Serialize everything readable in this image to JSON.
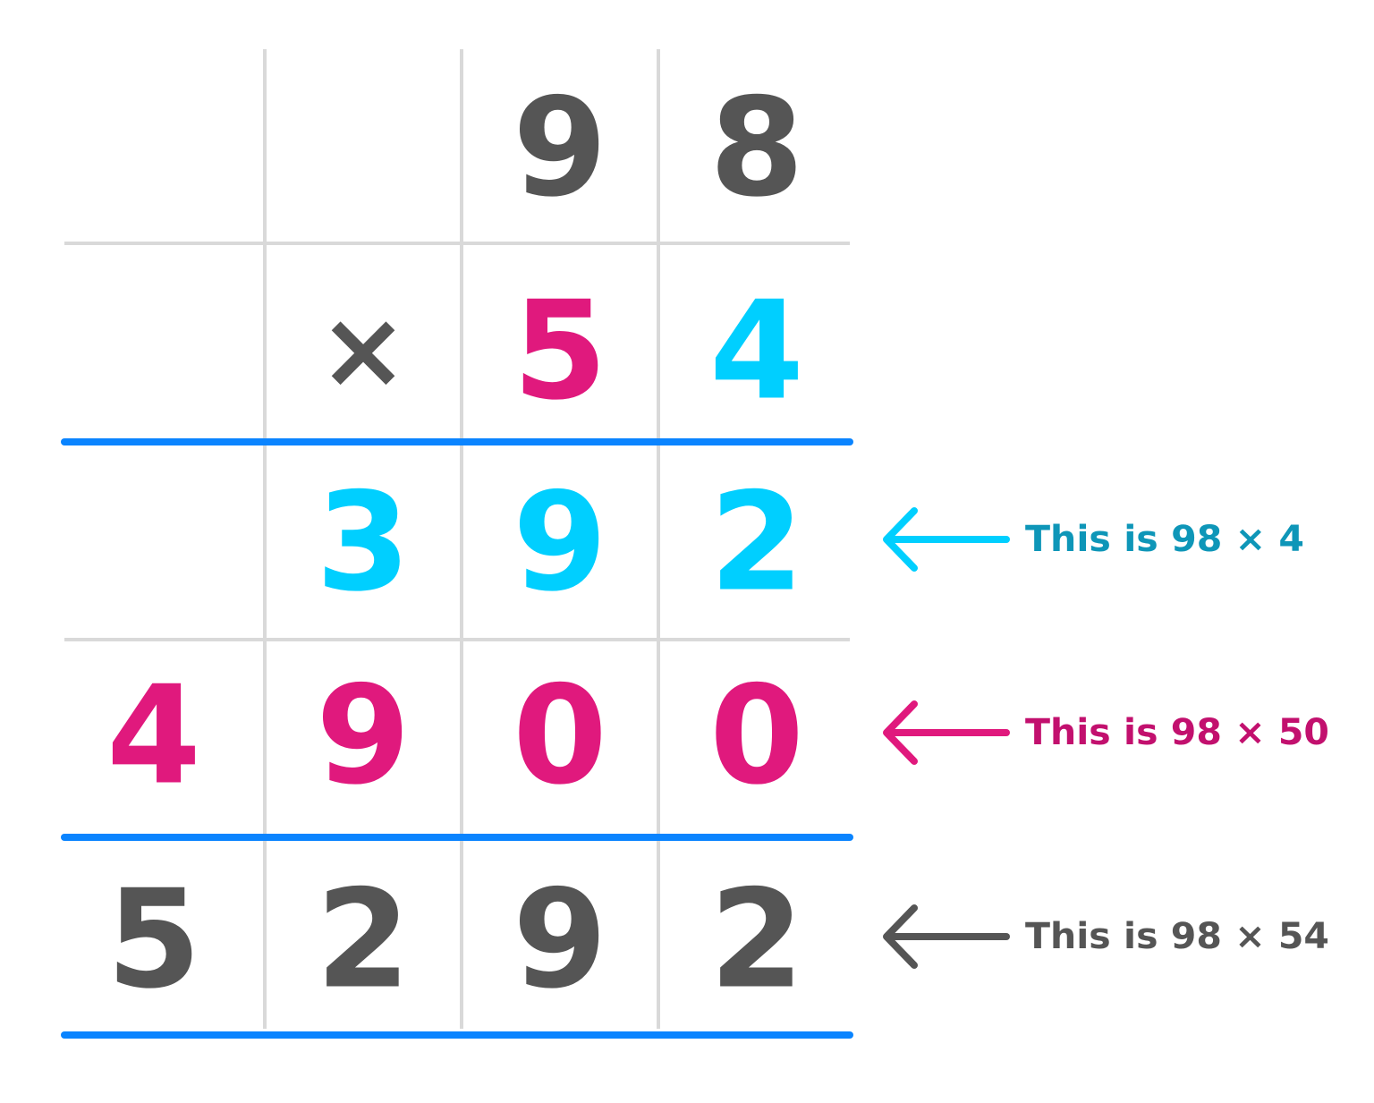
{
  "colors": {
    "grid": "#d9d9d9",
    "rule": "#0a84ff",
    "dark": "#555555",
    "cyan": "#00cfff",
    "magenta": "#e0197d",
    "teal_text": "#0e96b8",
    "magenta_text": "#c2106e",
    "arrow_dark": "#555555"
  },
  "rows": [
    {
      "cells": [
        "",
        "",
        "9",
        "8"
      ],
      "colors": [
        "dark",
        "dark",
        "dark",
        "dark"
      ]
    },
    {
      "cells": [
        "",
        "×",
        "5",
        "4"
      ],
      "colors": [
        "dark",
        "dark",
        "magenta",
        "cyan"
      ]
    },
    {
      "cells": [
        "",
        "3",
        "9",
        "2"
      ],
      "colors": [
        "cyan",
        "cyan",
        "cyan",
        "cyan"
      ]
    },
    {
      "cells": [
        "4",
        "9",
        "0",
        "0"
      ],
      "colors": [
        "magenta",
        "magenta",
        "magenta",
        "magenta"
      ]
    },
    {
      "cells": [
        "5",
        "2",
        "9",
        "2"
      ],
      "colors": [
        "dark",
        "dark",
        "dark",
        "dark"
      ]
    }
  ],
  "annotations": [
    {
      "row": 2,
      "text": "This is 98 × 4",
      "arrow_color": "cyan",
      "text_color": "teal_text"
    },
    {
      "row": 3,
      "text": "This is 98 × 50",
      "arrow_color": "magenta",
      "text_color": "magenta_text"
    },
    {
      "row": 4,
      "text": "This is 98 × 54",
      "arrow_color": "arrow_dark",
      "text_color": "arrow_dark"
    }
  ]
}
